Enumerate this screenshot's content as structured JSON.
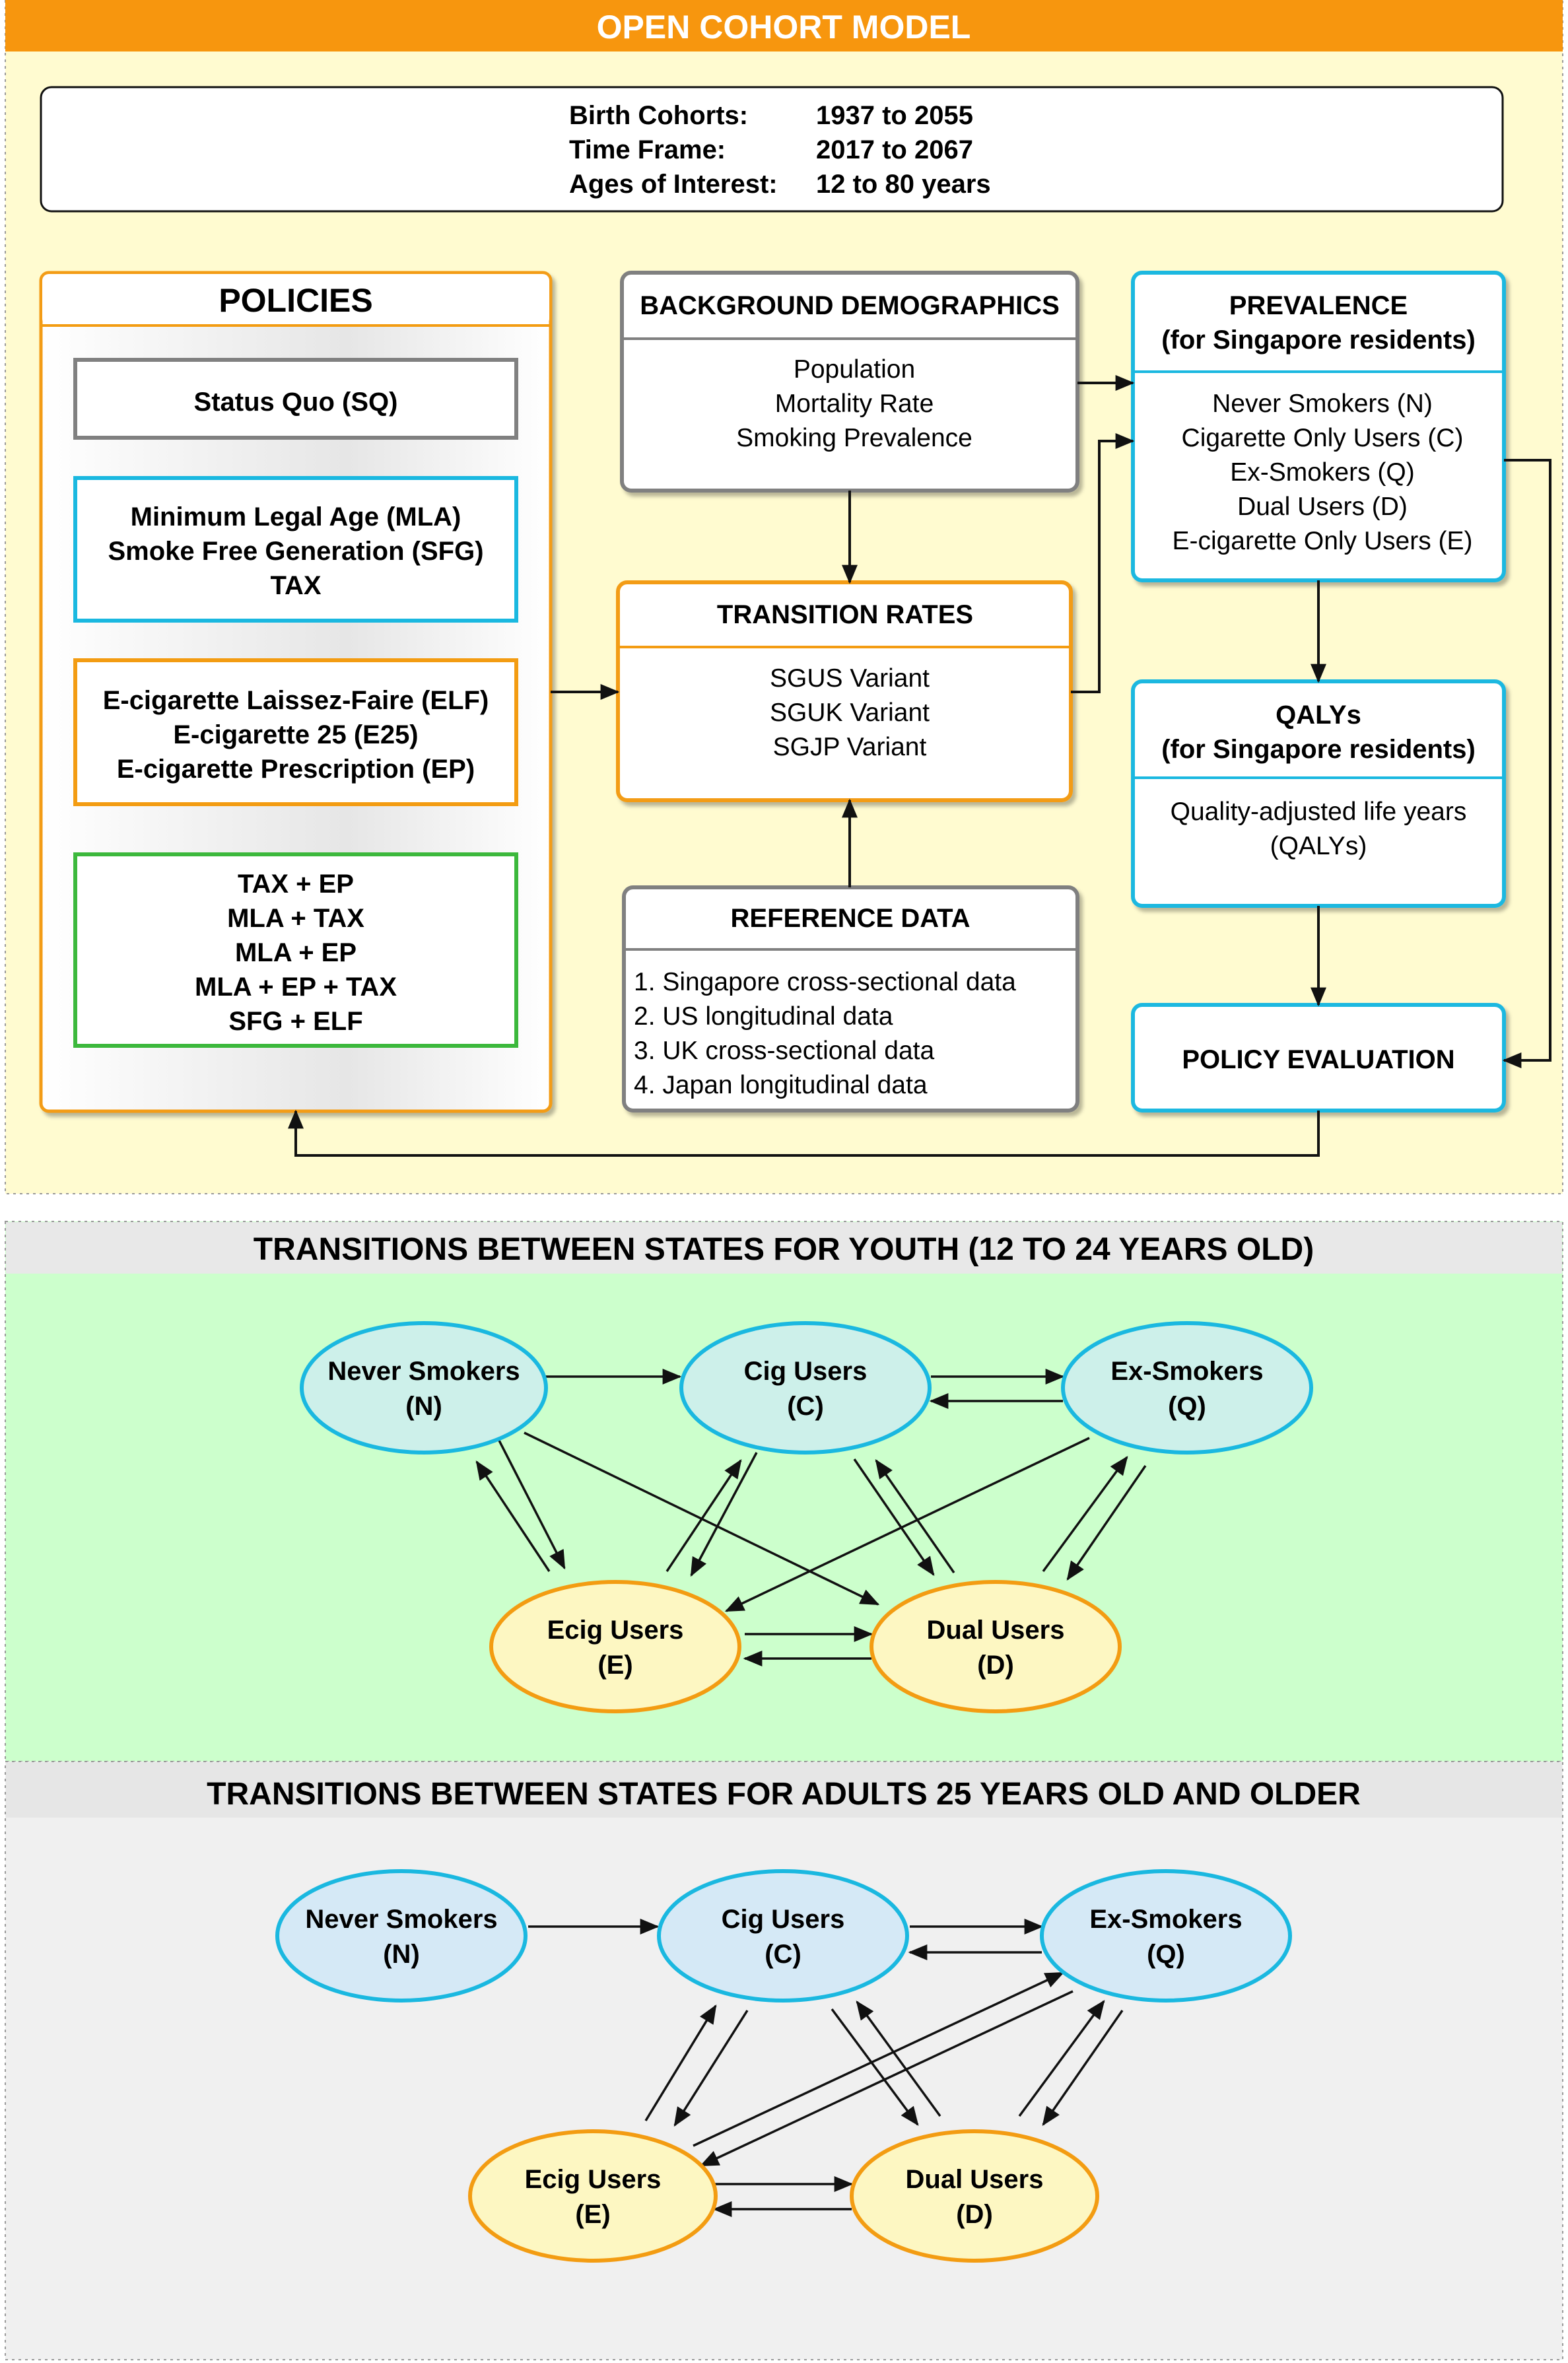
{
  "header": {
    "title": "OPEN COHORT MODEL"
  },
  "summary": {
    "rows": [
      {
        "label": "Birth Cohorts:",
        "value": "1937 to 2055"
      },
      {
        "label": "Time Frame:",
        "value": "2017 to 2067"
      },
      {
        "label": "Ages of Interest:",
        "value": "12 to 80 years"
      }
    ]
  },
  "policies": {
    "title": "POLICIES",
    "groups": [
      {
        "color": "#808080",
        "lines": [
          "Status Quo (SQ)"
        ]
      },
      {
        "color": "#1ab8e0",
        "lines": [
          "Minimum Legal Age (MLA)",
          "Smoke Free Generation (SFG)",
          "TAX"
        ]
      },
      {
        "color": "#f39c12",
        "lines": [
          "E-cigarette Laissez-Faire (ELF)",
          "E-cigarette 25 (E25)",
          "E-cigarette Prescription (EP)"
        ]
      },
      {
        "color": "#3cb83c",
        "lines": [
          "TAX + EP",
          "MLA + TAX",
          "MLA + EP",
          "MLA + EP + TAX",
          "SFG + ELF"
        ]
      }
    ]
  },
  "background": {
    "title": "BACKGROUND DEMOGRAPHICS",
    "items": [
      "Population",
      "Mortality Rate",
      "Smoking Prevalence"
    ]
  },
  "transition_rates": {
    "title": "TRANSITION RATES",
    "items": [
      "SGUS Variant",
      "SGUK Variant",
      "SGJP Variant"
    ]
  },
  "reference": {
    "title": "REFERENCE DATA",
    "items": [
      "1. Singapore cross-sectional data",
      "2. US longitudinal data",
      "3. UK cross-sectional data",
      "4. Japan longitudinal data"
    ]
  },
  "prevalence": {
    "title": [
      "PREVALENCE",
      "(for Singapore residents)"
    ],
    "items": [
      "Never Smokers (N)",
      "Cigarette Only Users (C)",
      "Ex-Smokers (Q)",
      "Dual Users (D)",
      "E-cigarette Only Users (E)"
    ]
  },
  "qalys": {
    "title": [
      "QALYs",
      "(for Singapore residents)"
    ],
    "items": [
      "Quality-adjusted life years",
      "(QALYs)"
    ]
  },
  "evaluation": {
    "title": "POLICY EVALUATION"
  },
  "youth": {
    "title": "TRANSITIONS BETWEEN STATES FOR YOUTH (12 TO 24 YEARS OLD)",
    "states": {
      "N": [
        "Never Smokers",
        "(N)"
      ],
      "C": [
        "Cig Users",
        "(C)"
      ],
      "Q": [
        "Ex-Smokers",
        "(Q)"
      ],
      "E": [
        "Ecig Users",
        "(E)"
      ],
      "D": [
        "Dual Users",
        "(D)"
      ]
    }
  },
  "adults": {
    "title": "TRANSITIONS BETWEEN STATES FOR ADULTS 25 YEARS OLD AND OLDER",
    "states": {
      "N": [
        "Never Smokers",
        "(N)"
      ],
      "C": [
        "Cig Users",
        "(C)"
      ],
      "Q": [
        "Ex-Smokers",
        "(Q)"
      ],
      "E": [
        "Ecig Users",
        "(E)"
      ],
      "D": [
        "Dual Users",
        "(D)"
      ]
    }
  },
  "colors": {
    "orange": "#f39c12",
    "orange_header": "#f7960e",
    "cyan": "#1ab8e0",
    "gray": "#808080",
    "green": "#3cb83c",
    "panel_yellow": "#fffbd0",
    "panel_green": "#ccffcc",
    "panel_gray": "#f0f0f0",
    "youth_fill_cyan": "#cdf0ea",
    "adult_fill_blue": "#d5e9f6",
    "ecig_fill": "#fdf7c2"
  }
}
